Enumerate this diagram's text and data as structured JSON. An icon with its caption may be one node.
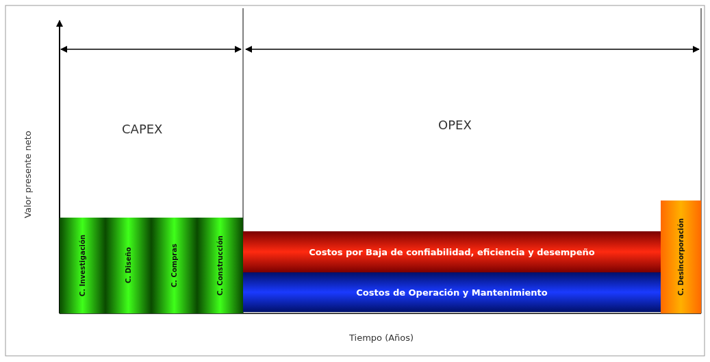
{
  "diagram": {
    "nodes": [
      {
        "text": [
          "C. Investigación"
        ]
      },
      {
        "text": [
          "C. Diseño"
        ]
      },
      {
        "text": [
          "C. Compras"
        ]
      },
      {
        "text": [
          "C. Construcción"
        ]
      },
      {
        "text": [
          "Costos por Baja de confiabilidad, eficiencia y desempeño"
        ]
      },
      {
        "text": [
          "Costos de Operación y Mantenimiento"
        ]
      },
      {
        "text": [
          "C. Desincorporación"
        ]
      }
    ],
    "edges": [],
    "labels": [
      "CAPEX",
      "OPEX",
      "Valor presente neto",
      "Tiempo (Años)"
    ]
  }
}
